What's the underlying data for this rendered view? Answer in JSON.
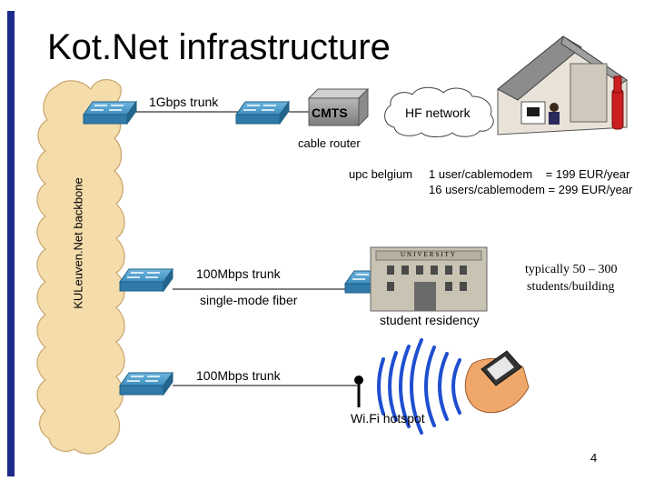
{
  "slide": {
    "title": "Kot.Net infrastructure",
    "page_number": "4"
  },
  "backbone": {
    "label": "KULeuven.Net backbone"
  },
  "top_row": {
    "trunk_label": "1Gbps trunk",
    "cmts_label": "CMTS",
    "hf_network_label": "HF network",
    "cable_router_label": "cable router"
  },
  "pricing": {
    "provider": "upc belgium",
    "lines": [
      "1 user/cablemodem    = 199 EUR/year",
      "16 users/cablemodem = 299 EUR/year"
    ]
  },
  "middle_row": {
    "trunk_label": "100Mbps trunk",
    "fiber_label": "single-mode fiber",
    "university_sign": "UNIVERSITY",
    "residency_label": "student residency",
    "note_lines": [
      "typically 50 – 300",
      "students/building"
    ]
  },
  "bottom_row": {
    "trunk_label": "100Mbps trunk",
    "wifi_label": "Wi.Fi hotspot"
  },
  "colors": {
    "accent_bar": "#1b2a8c",
    "cloud_fill": "#f4dcab",
    "switch_fill": "#3d8fbf"
  }
}
